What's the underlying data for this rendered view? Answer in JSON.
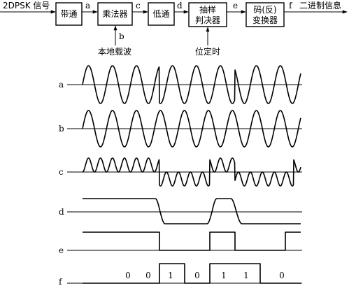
{
  "block_diagram": {
    "input_label": "2DPSK 信号",
    "output_label": "二进制信息",
    "blocks": {
      "bandpass": "带通",
      "multiplier": "乘法器",
      "lowpass": "低通",
      "sampler_line1": "抽样",
      "sampler_line2": "判决器",
      "converter_line1": "码(反)",
      "converter_line2": "变换器"
    },
    "signal_labels": {
      "a": "a",
      "b": "b",
      "c": "c",
      "d": "d",
      "e": "e",
      "f": "f"
    },
    "carrier_label": "本地载波",
    "timing_label": "位定时"
  },
  "waveforms": {
    "row_labels": [
      "a",
      "b",
      "c",
      "d",
      "e",
      "f"
    ],
    "bits": [
      "0",
      "0",
      "1",
      "0",
      "1",
      "1",
      "0"
    ]
  }
}
